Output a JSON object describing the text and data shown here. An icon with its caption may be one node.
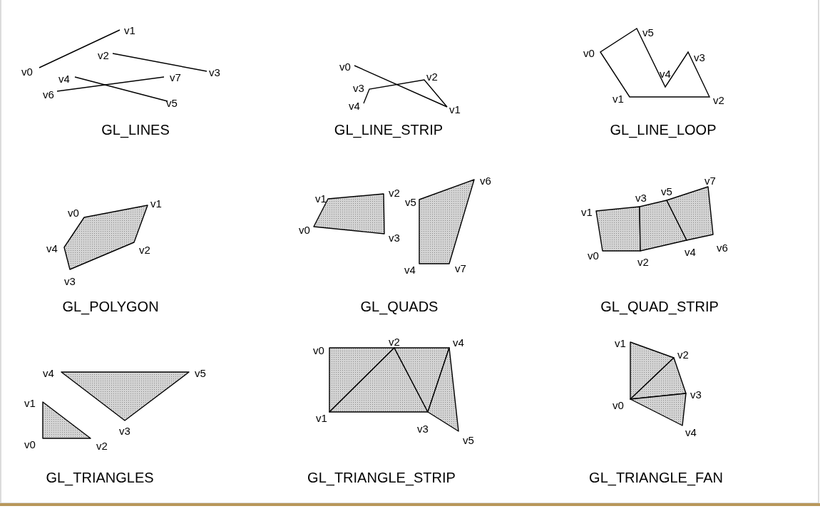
{
  "diagram": {
    "labels": [
      "v0",
      "v1",
      "v2",
      "v3",
      "v4",
      "v5",
      "v6",
      "v7",
      "GL_LINES",
      "v0",
      "v1",
      "v2",
      "v3",
      "v4",
      "GL_LINE_STRIP",
      "v0",
      "v1",
      "v2",
      "v3",
      "v4",
      "v5",
      "GL_LINE_LOOP",
      "v0",
      "v1",
      "v2",
      "v3",
      "v4",
      "GL_POLYGON",
      "v0",
      "v1",
      "v2",
      "v3",
      "v4",
      "v5",
      "v6",
      "v7",
      "GL_QUADS",
      "v0",
      "v1",
      "v2",
      "v3",
      "v4",
      "v5",
      "v6",
      "v7",
      "GL_QUAD_STRIP",
      "v0",
      "v1",
      "v2",
      "v3",
      "v4",
      "v5",
      "GL_TRIANGLES",
      "v0",
      "v1",
      "v2",
      "v3",
      "v4",
      "v5",
      "GL_TRIANGLE_STRIP",
      "v0",
      "v1",
      "v2",
      "v3",
      "v4",
      "GL_TRIANGLE_FAN"
    ]
  }
}
